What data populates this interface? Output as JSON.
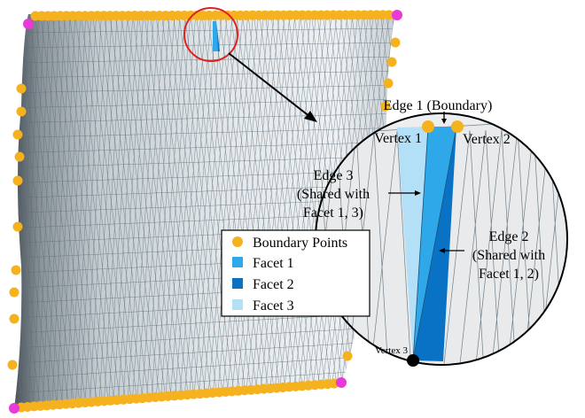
{
  "labels": {
    "edge1": "Edge 1 (Boundary)",
    "vertex1": "Vertex 1",
    "vertex2": "Vertex 2",
    "vertex3": "Vertex 3",
    "edge3_l1": "Edge 3",
    "edge3_l2": "(Shared with",
    "edge3_l3": "Facet 1, 3)",
    "edge2_l1": "Edge 2",
    "edge2_l2": "(Shared with",
    "edge2_l3": "Facet 1, 2)"
  },
  "legend": {
    "items": [
      {
        "label": "Boundary Points",
        "color": "#f5b21e",
        "shape": "circle"
      },
      {
        "label": "Facet 1",
        "color": "#2ea8e8",
        "shape": "square"
      },
      {
        "label": "Facet 2",
        "color": "#0a72c4",
        "shape": "square"
      },
      {
        "label": "Facet 3",
        "color": "#b4e0f7",
        "shape": "square"
      }
    ]
  },
  "colors": {
    "boundary_point": "#f5b21e",
    "corner_point": "#e83ad8",
    "highlight_circle": "#e02020",
    "vertex3": "#000000",
    "facet1": "#2ea8e8",
    "facet2": "#0a72c4",
    "facet3": "#b4e0f7"
  }
}
